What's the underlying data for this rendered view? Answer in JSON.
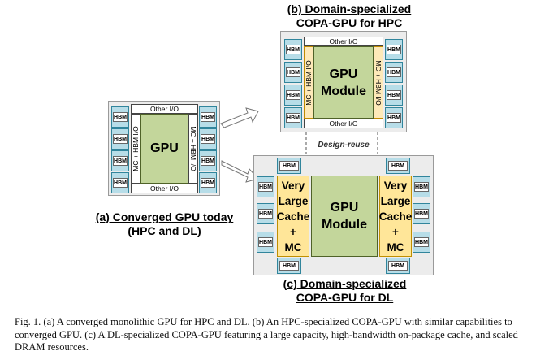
{
  "panel_a": {
    "other_io_top": "Other I/O",
    "other_io_bottom": "Other I/O",
    "io_left": "MC + HBM I/O",
    "io_right": "MC + HBM I/O",
    "core": "GPU",
    "hbm": "HBM",
    "title_line1": "(a) Converged GPU today",
    "title_line2": "(HPC and DL)"
  },
  "panel_b": {
    "title_line1": "(b) Domain-specialized",
    "title_line2": "COPA-GPU for HPC",
    "other_io_top": "Other I/O",
    "other_io_bottom": "Other I/O",
    "io_left": "MC + HBM I/O",
    "io_right": "MC + HBM I/O",
    "core": "GPU\nModule",
    "hbm": "HBM"
  },
  "design_reuse": "Design-reuse",
  "panel_c": {
    "core": "GPU\nModule",
    "cache_left": "Very\nLarge\nCache\n+\nMC",
    "cache_right": "Very\nLarge\nCache\n+\nMC",
    "hbm": "HBM",
    "title_line1": "(c) Domain-specialized",
    "title_line2": "COPA-GPU for DL"
  },
  "caption": "Fig. 1.  (a) A converged monolithic GPU for HPC and DL. (b) An HPC-specialized COPA-GPU with similar capabilities to converged GPU. (c) A DL-specialized COPA-GPU featuring a large capacity, high-bandwidth on-package cache, and scaled DRAM resources.",
  "colors": {
    "hbm_fill": "#b7dde8",
    "gpu_fill": "#c3d69b",
    "io_fill": "#fde9b8",
    "cache_fill": "#ffe699",
    "package_fill": "#ececec"
  }
}
